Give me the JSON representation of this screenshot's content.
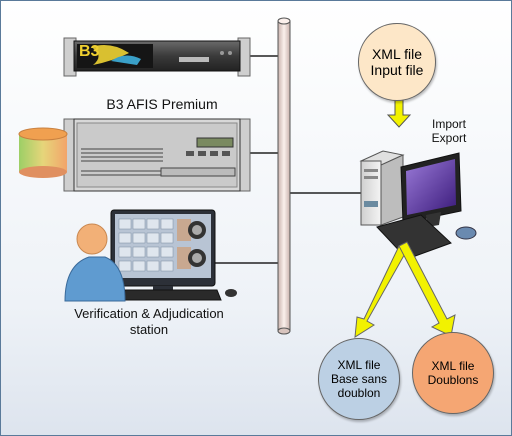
{
  "server_1": {
    "logo_text": "B3"
  },
  "server_2": {
    "label": "B3 AFIS Premium"
  },
  "workstation": {
    "label_line1": "Verification & Adjudication",
    "label_line2": "station"
  },
  "import_export": {
    "line1": "Import",
    "line2": "Export"
  },
  "circles": {
    "input": {
      "line1": "XML file",
      "line2": "Input file",
      "color": "#fde7c8"
    },
    "base": {
      "line1": "XML file",
      "line2": "Base sans",
      "line3": "doublon",
      "color": "#bcd0e4"
    },
    "doublons": {
      "line1": "XML file",
      "line2": "Doublons",
      "color": "#f5a673"
    }
  },
  "colors": {
    "arrow": "#f2f200",
    "pipe": "#f3e3de",
    "server": "#333333"
  }
}
